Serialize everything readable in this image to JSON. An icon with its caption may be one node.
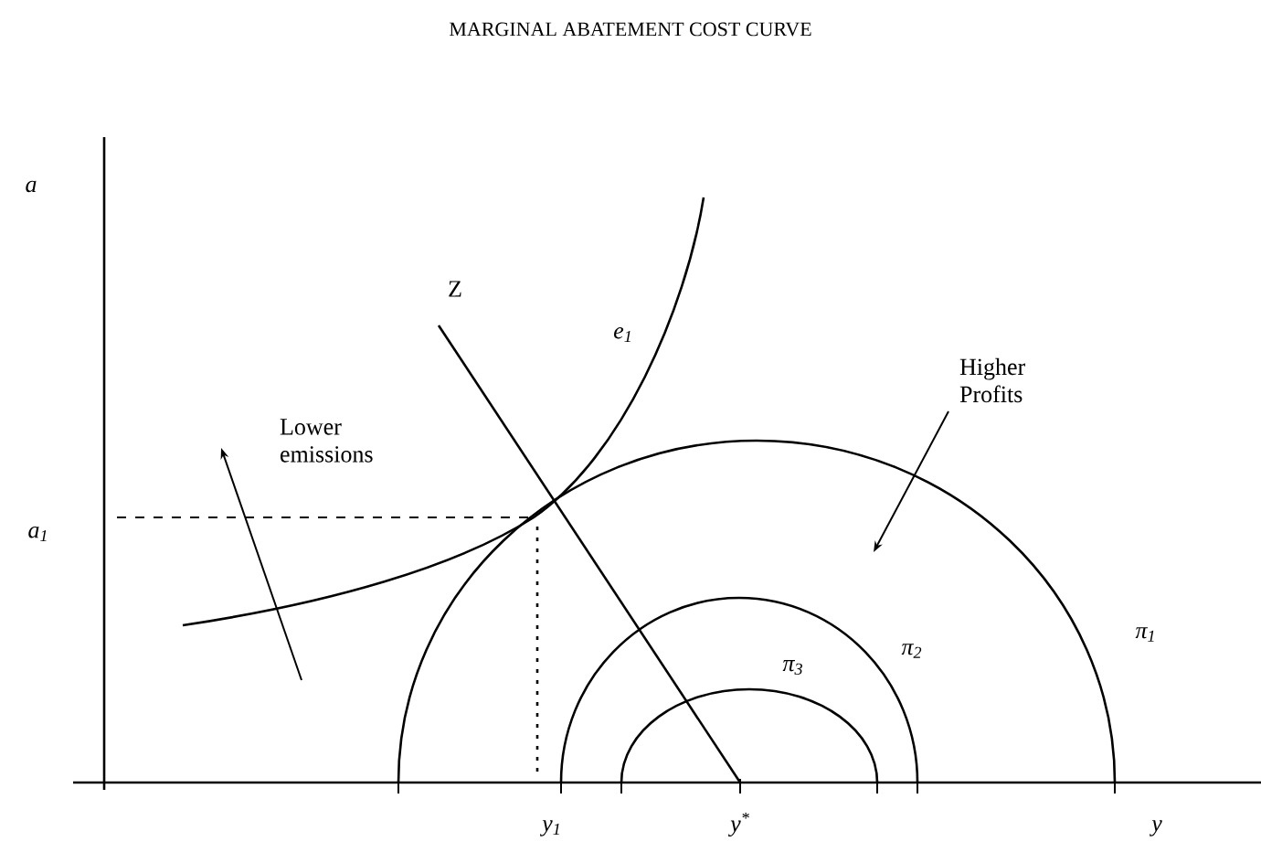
{
  "diagram": {
    "title": "MARGINAL ABATEMENT COST CURVE",
    "labels": [
      "a",
      "Z",
      "e$_{1}$",
      "Lower emissions",
      "Higher Profits",
      "a$_{1}$",
      "π$_{2}$",
      "π$_{3}$",
      "π$_{1}$",
      "y$_{1}$",
      "y$^{*}$",
      "y"
    ]
  }
}
